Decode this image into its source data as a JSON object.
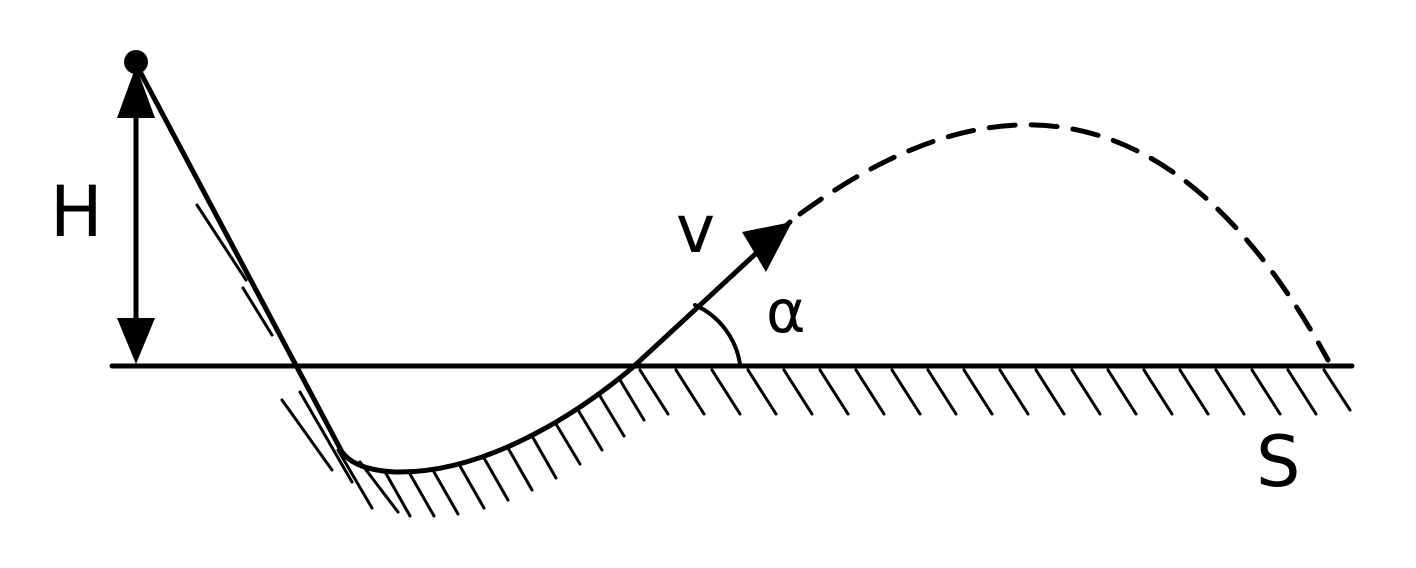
{
  "labels": {
    "height": "H",
    "velocity": "v",
    "angle": "α",
    "distance": "S"
  },
  "colors": {
    "ink": "#000000",
    "background": "#ffffff"
  }
}
